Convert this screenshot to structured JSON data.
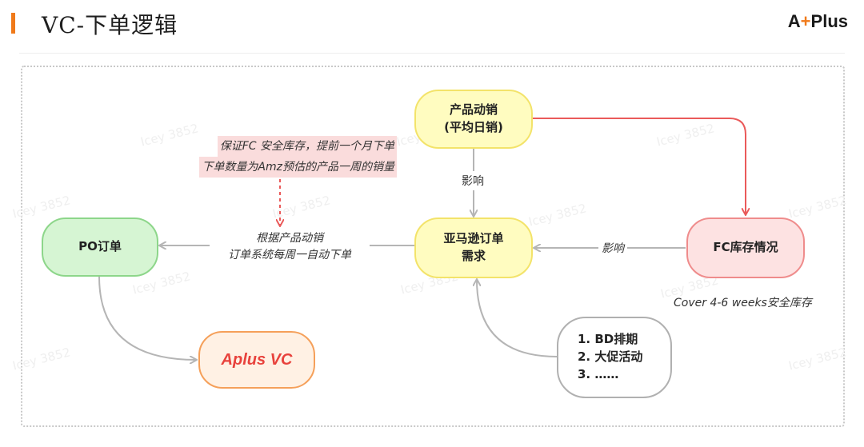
{
  "page": {
    "title": "VC-下单逻辑",
    "logo": {
      "prefix": "A",
      "accent": "+",
      "suffix": "Plus"
    }
  },
  "nodes": {
    "product_sales": {
      "line1": "产品动销",
      "line2": "(平均日销)"
    },
    "amazon_order_demand": {
      "line1": "亚马逊订单",
      "line2": "需求"
    },
    "fc_inventory": "FC库存情况",
    "po_order": "PO订单",
    "aplus_vc": "Aplus VC",
    "factors": [
      "1. BD排期",
      "2. 大促活动",
      "3. ……"
    ]
  },
  "labels": {
    "influence_down": "影响",
    "influence_left": "影响",
    "auto_order_line1": "根据产品动销",
    "auto_order_line2": "订单系统每周一自动下单",
    "cover_weeks": "Cover 4-6 weeks安全库存"
  },
  "note": {
    "line1": "保证FC 安全库存，提前一个月下单",
    "line2": "下单数量为Amz预估的产品一周的销量"
  },
  "watermark": "Icey 3852",
  "colors": {
    "accent": "#f07a1a",
    "yellow_fill": "#fffcc0",
    "green_fill": "#d6f5d3",
    "red_fill": "#fde2e2",
    "red_line": "#ea5a5a",
    "grey_line": "#b5b5b5"
  }
}
